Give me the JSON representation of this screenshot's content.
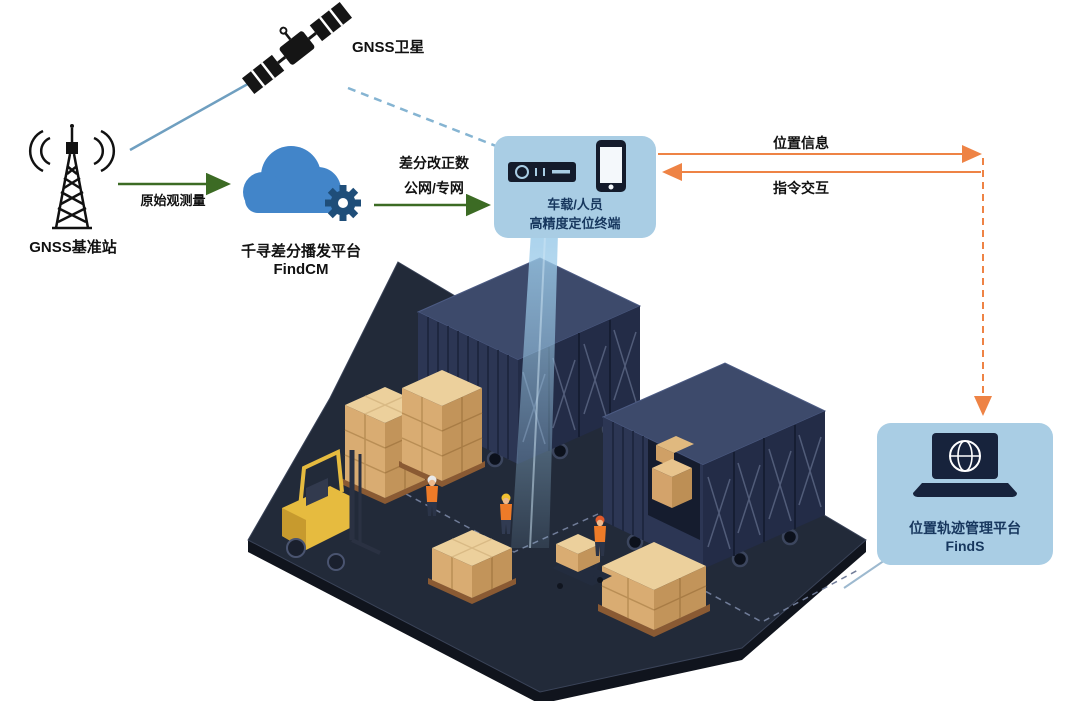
{
  "nodes": {
    "satellite": {
      "label": "GNSS卫星",
      "icon": "satellite-icon"
    },
    "base_station": {
      "label": "GNSS基准站",
      "icon": "radio-tower-icon"
    },
    "cloud_platform": {
      "name": "千寻差分播发平台",
      "product": "FindCM",
      "icon": "cloud-gear-icon"
    },
    "terminal": {
      "line1": "车载/人员",
      "line2": "高精度定位终端",
      "icons": [
        "receiver-icon",
        "smartphone-icon"
      ]
    },
    "management_platform": {
      "name": "位置轨迹管理平台",
      "product": "FindS",
      "icon": "laptop-globe-icon"
    }
  },
  "edges": {
    "raw_observation": {
      "label": "原始观测量"
    },
    "diff_correction": {
      "label": "差分改正数",
      "label2": "公网/专网"
    },
    "position_info": {
      "label": "位置信息"
    },
    "command_interaction": {
      "label": "指令交互"
    }
  },
  "scene": {
    "icons": [
      "shipping-container-icon",
      "shipping-container-icon",
      "pallet-boxes-icon",
      "forklift-icon",
      "worker-icon",
      "worker-icon",
      "worker-icon",
      "pallet-jack-icon",
      "positioning-beam"
    ]
  },
  "colors": {
    "panel_blue": "#a9cde4",
    "text_navy": "#17375e",
    "arrow_green": "#3c6b24",
    "arrow_orange": "#ee8345",
    "link_blue_solid": "#6f9fc0",
    "link_blue_dashed": "#85b4d2",
    "cloud_blue": "#4285c9",
    "gear_navy": "#1f4e79",
    "ground_navy": "#222a39",
    "container_navy": "#2c3654",
    "box_tan": "#d9ac72",
    "forklift_yellow": "#e6bb3f"
  }
}
